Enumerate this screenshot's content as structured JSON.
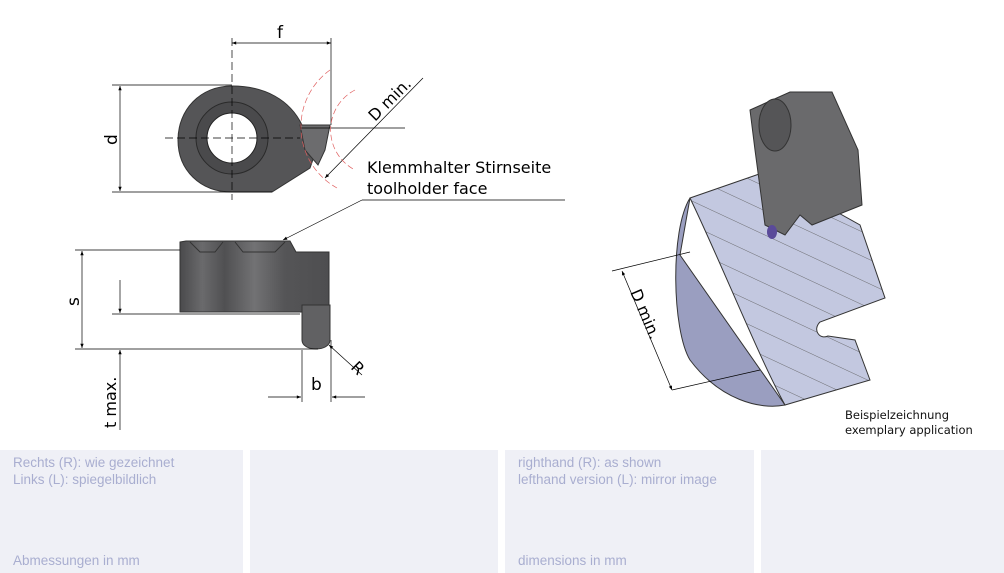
{
  "drawing": {
    "dim_f": "f",
    "dim_d": "d",
    "dim_D_min": "D min.",
    "dim_s": "s",
    "dim_t_max": "t max.",
    "dim_b": "b",
    "dim_R": "R",
    "callout_de": "Klemmhalter Stirnseite",
    "callout_en": "toolholder face",
    "iso_dim_D_min": "D min.",
    "caption_de": "Beispielzeichnung",
    "caption_en": "exemplary application"
  },
  "panels": [
    {
      "line1": "Rechts (R): wie gezeichnet",
      "line2": "Links (L): spiegelbildlich",
      "footer": "Abmessungen in mm"
    },
    {},
    {
      "line1": "righthand (R): as shown",
      "line2": "lefthand version (L): mirror image",
      "footer": "dimensions in mm"
    },
    {}
  ]
}
